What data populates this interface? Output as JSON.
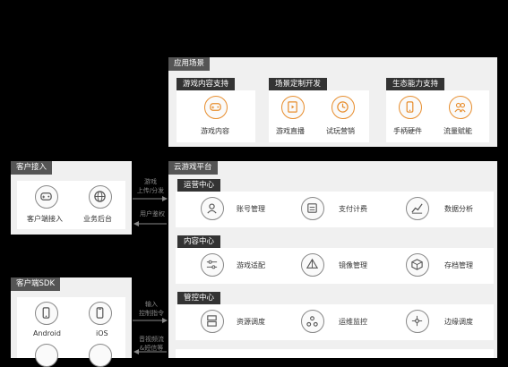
{
  "app_scene": {
    "title": "应用场景",
    "groups": [
      {
        "title": "游戏内容支持",
        "items": [
          {
            "label": "游戏内容",
            "icon": "gamepad-icon"
          }
        ]
      },
      {
        "title": "场景定制开发",
        "items": [
          {
            "label": "游戏直播",
            "icon": "live-icon"
          },
          {
            "label": "试玩营销",
            "icon": "clock-icon"
          }
        ]
      },
      {
        "title": "生态能力支持",
        "items": [
          {
            "label": "手柄硬件",
            "icon": "phone-icon"
          },
          {
            "label": "流量赋能",
            "icon": "users-icon"
          }
        ]
      }
    ]
  },
  "client_access": {
    "title": "客户接入",
    "items": [
      {
        "label": "客户端接入",
        "icon": "gamepad-icon"
      },
      {
        "label": "业务后台",
        "icon": "globe-icon"
      }
    ]
  },
  "client_sdk": {
    "title": "客户端SDK",
    "items": [
      {
        "label": "Android",
        "icon": "android-phone-icon"
      },
      {
        "label": "iOS",
        "icon": "ios-phone-icon"
      }
    ]
  },
  "arrows": {
    "top_right": "游戏\n上传/分发",
    "top_left": "用户鉴权",
    "bottom_right": "输入\n控制指令",
    "bottom_left": "音视频流\n&短信等"
  },
  "cloud_platform": {
    "title": "云游戏平台",
    "centers": [
      {
        "title": "运营中心",
        "items": [
          {
            "label": "账号管理",
            "icon": "user-icon"
          },
          {
            "label": "支付计费",
            "icon": "pay-icon"
          },
          {
            "label": "数据分析",
            "icon": "chart-icon"
          }
        ]
      },
      {
        "title": "内容中心",
        "items": [
          {
            "label": "游戏适配",
            "icon": "sliders-icon"
          },
          {
            "label": "镜像管理",
            "icon": "mirror-icon"
          },
          {
            "label": "存档管理",
            "icon": "box-icon"
          }
        ]
      },
      {
        "title": "管控中心",
        "items": [
          {
            "label": "资源调度",
            "icon": "server-icon"
          },
          {
            "label": "运维监控",
            "icon": "monitor-icon"
          },
          {
            "label": "边缘调度",
            "icon": "nodes-icon"
          }
        ]
      }
    ]
  },
  "colors": {
    "accent": "#e88e2e",
    "panel": "#f0f0f0",
    "title_bg": "#555555"
  }
}
